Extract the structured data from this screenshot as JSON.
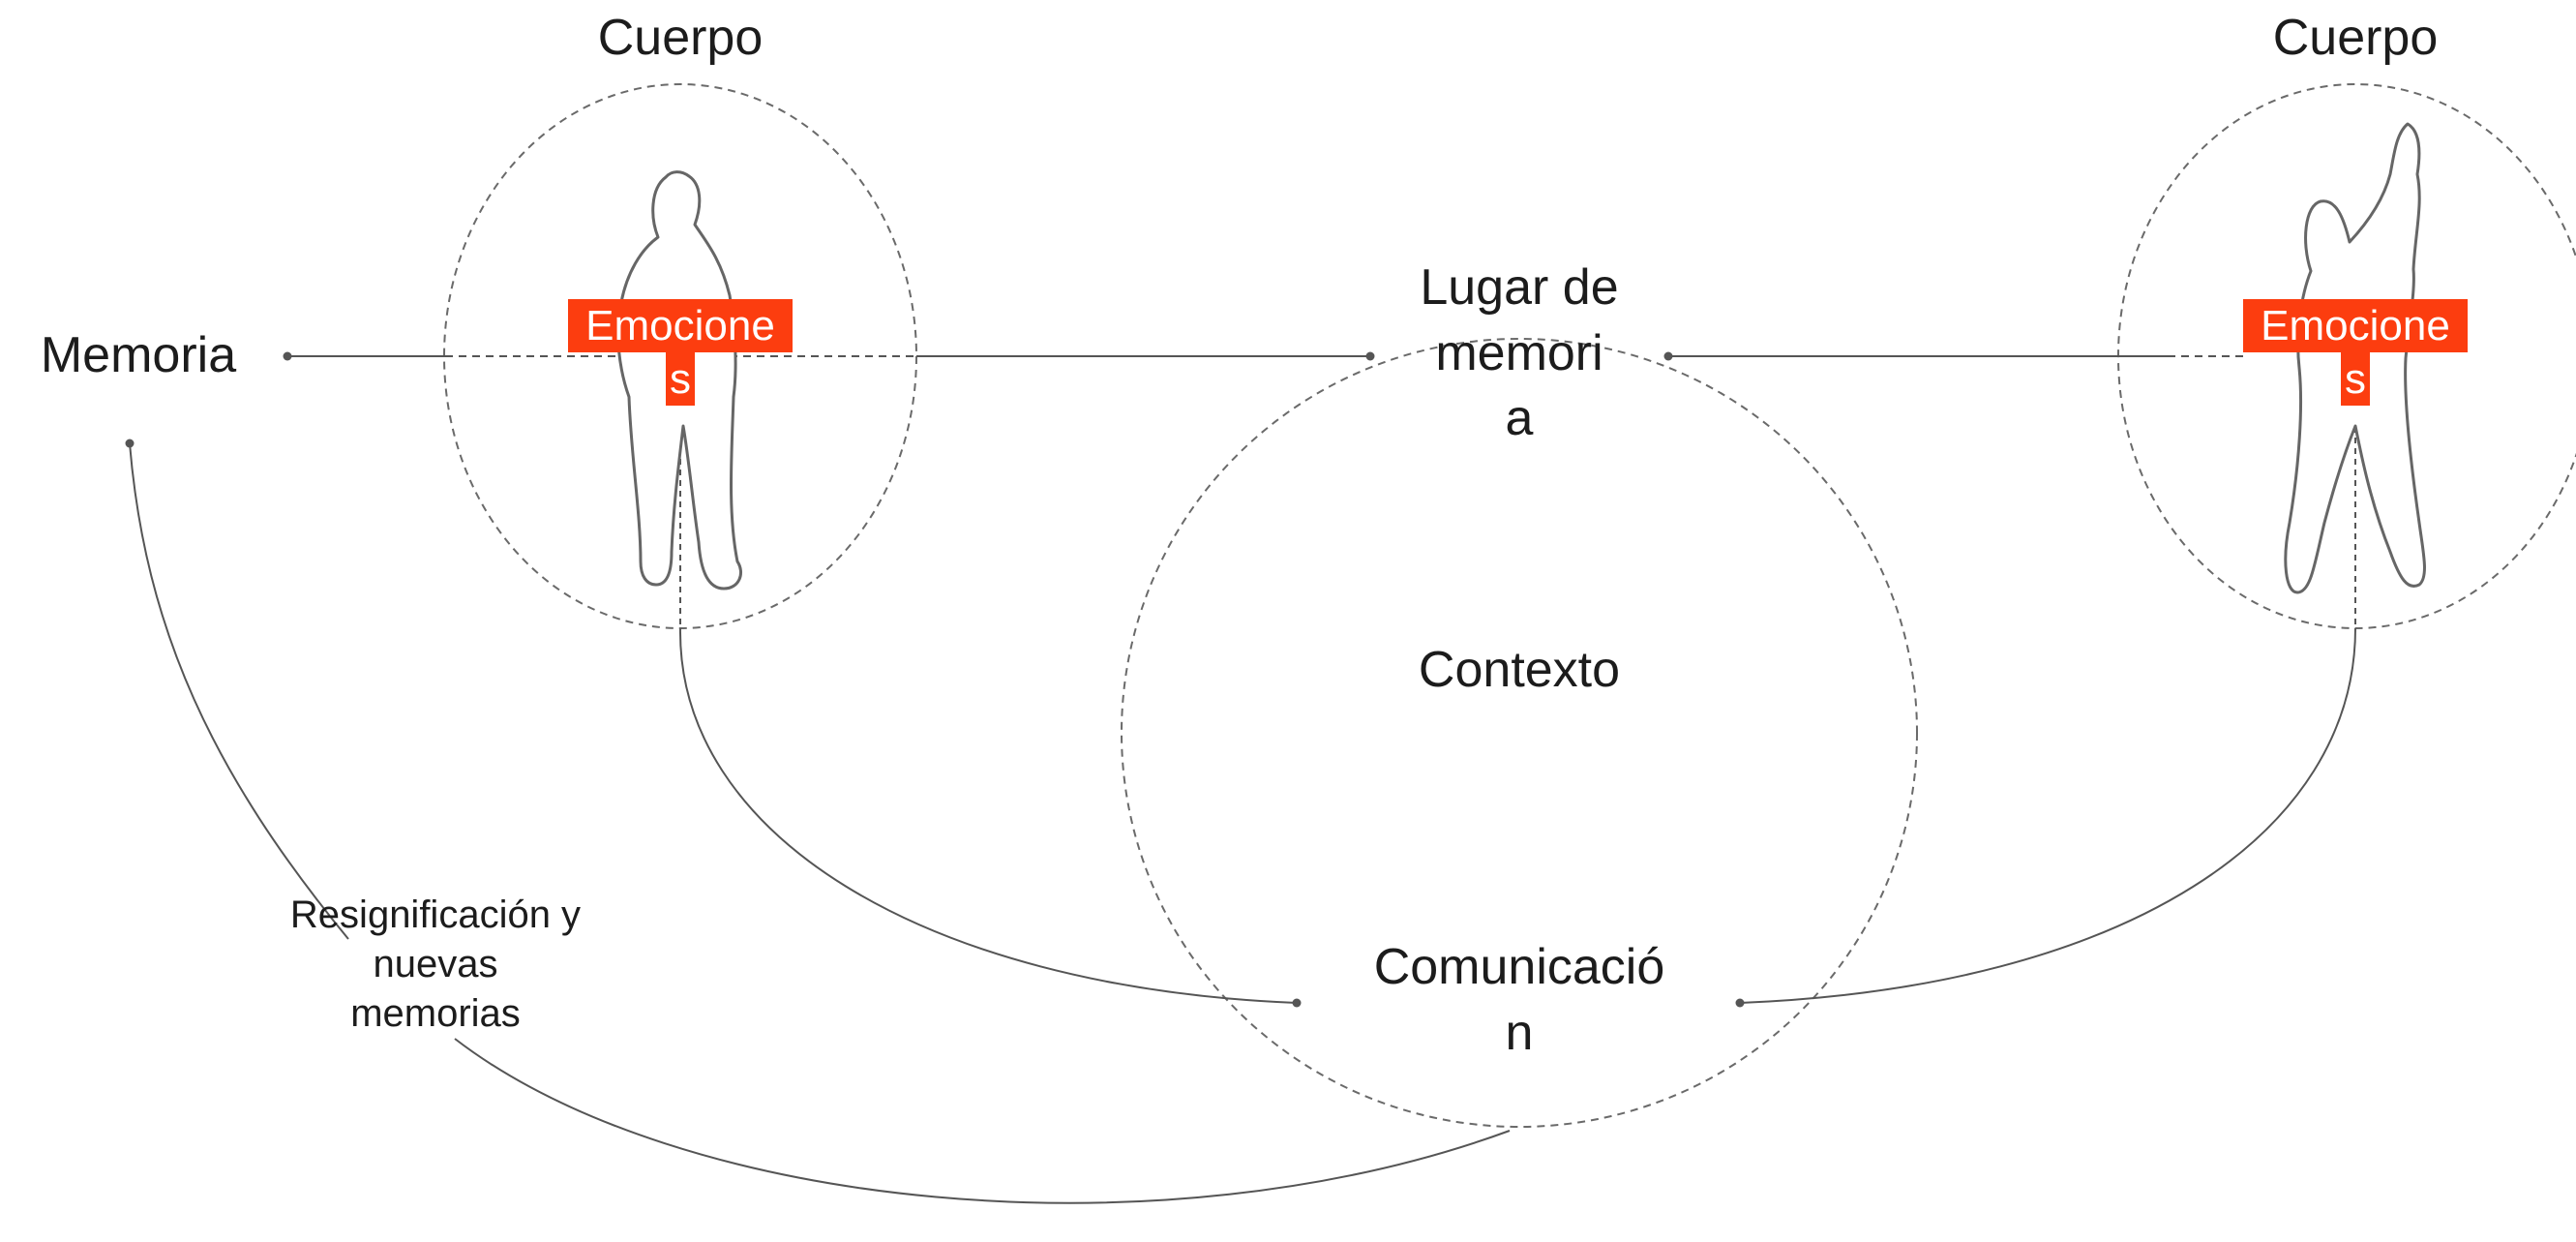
{
  "labels": {
    "cuerpo_left": "Cuerpo",
    "cuerpo_right": "Cuerpo",
    "memoria": "Memoria",
    "lugar_memoria": [
      "Lugar de",
      "memori",
      "a"
    ],
    "contexto": "Contexto",
    "comunicacion": [
      "Comunicació",
      "n"
    ],
    "resignificacion": [
      "Resignificación y",
      "nuevas",
      "memorias"
    ],
    "emociones_left": [
      "Emocione",
      "s"
    ],
    "emociones_right": [
      "Emocione",
      "s"
    ]
  },
  "colors": {
    "highlight": "#fc3d0f",
    "line": "#555555",
    "dashed": "#6a6a6a",
    "figure_outline": "#666666"
  },
  "icons": [
    "human-figure-standing-icon",
    "human-figure-arm-raised-icon"
  ]
}
